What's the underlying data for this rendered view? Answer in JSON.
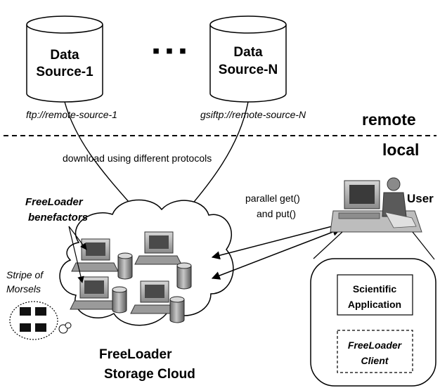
{
  "sources": {
    "source1": {
      "line1": "Data",
      "line2": "Source-1",
      "url": "ftp://remote-source-1"
    },
    "sourceN": {
      "line1": "Data",
      "line2": "Source-N",
      "url": "gsiftp://remote-source-N"
    },
    "ellipsis": "▪ ▪ ▪"
  },
  "zones": {
    "remote": "remote",
    "local": "local"
  },
  "labels": {
    "download": "download using different protocols",
    "parallel_line1": "parallel get()",
    "parallel_line2": "and put()",
    "user": "User",
    "benefactors_line1": "FreeLoader",
    "benefactors_line2": "benefactors",
    "stripe_line1": "Stripe of",
    "stripe_line2": "Morsels",
    "cloud_line1": "FreeLoader",
    "cloud_line2": "Storage Cloud"
  },
  "client": {
    "app_line1": "Scientific",
    "app_line2": "Application",
    "client_line1": "FreeLoader",
    "client_line2": "Client"
  }
}
